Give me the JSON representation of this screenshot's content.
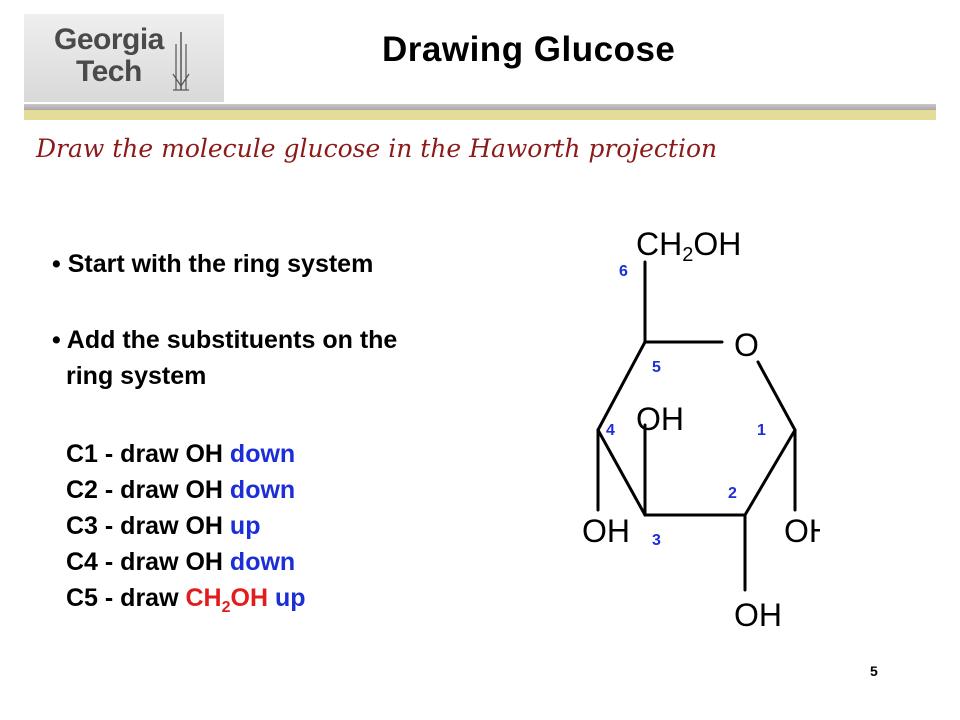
{
  "logo": {
    "line1": "Georgia",
    "line2": "Tech"
  },
  "title": "Drawing Glucose",
  "subtitle": "Draw the molecule glucose in the Haworth projection",
  "bullets": {
    "b1": "Start with the ring system",
    "b2_line1": "Add the substituents on the",
    "b2_line2": "ring system",
    "steps": [
      {
        "prefix": "C1 - draw OH ",
        "dir": "down"
      },
      {
        "prefix": "C2 - draw OH ",
        "dir": "down"
      },
      {
        "prefix": "C3 - draw OH ",
        "dir": "up"
      },
      {
        "prefix": "C4 - draw OH ",
        "dir": "down"
      }
    ],
    "step5": {
      "prefix": "C5 - draw ",
      "red_a": "CH",
      "red_sub": "2",
      "red_b": "OH",
      "dir": "up"
    }
  },
  "diagram": {
    "top_group": {
      "a": "CH",
      "sub": "2",
      "b": "OH"
    },
    "ring_o": "O",
    "oh": "OH",
    "numbers": {
      "n1": "1",
      "n2": "2",
      "n3": "3",
      "n4": "4",
      "n5": "5",
      "n6": "6"
    }
  },
  "page_number": "5"
}
